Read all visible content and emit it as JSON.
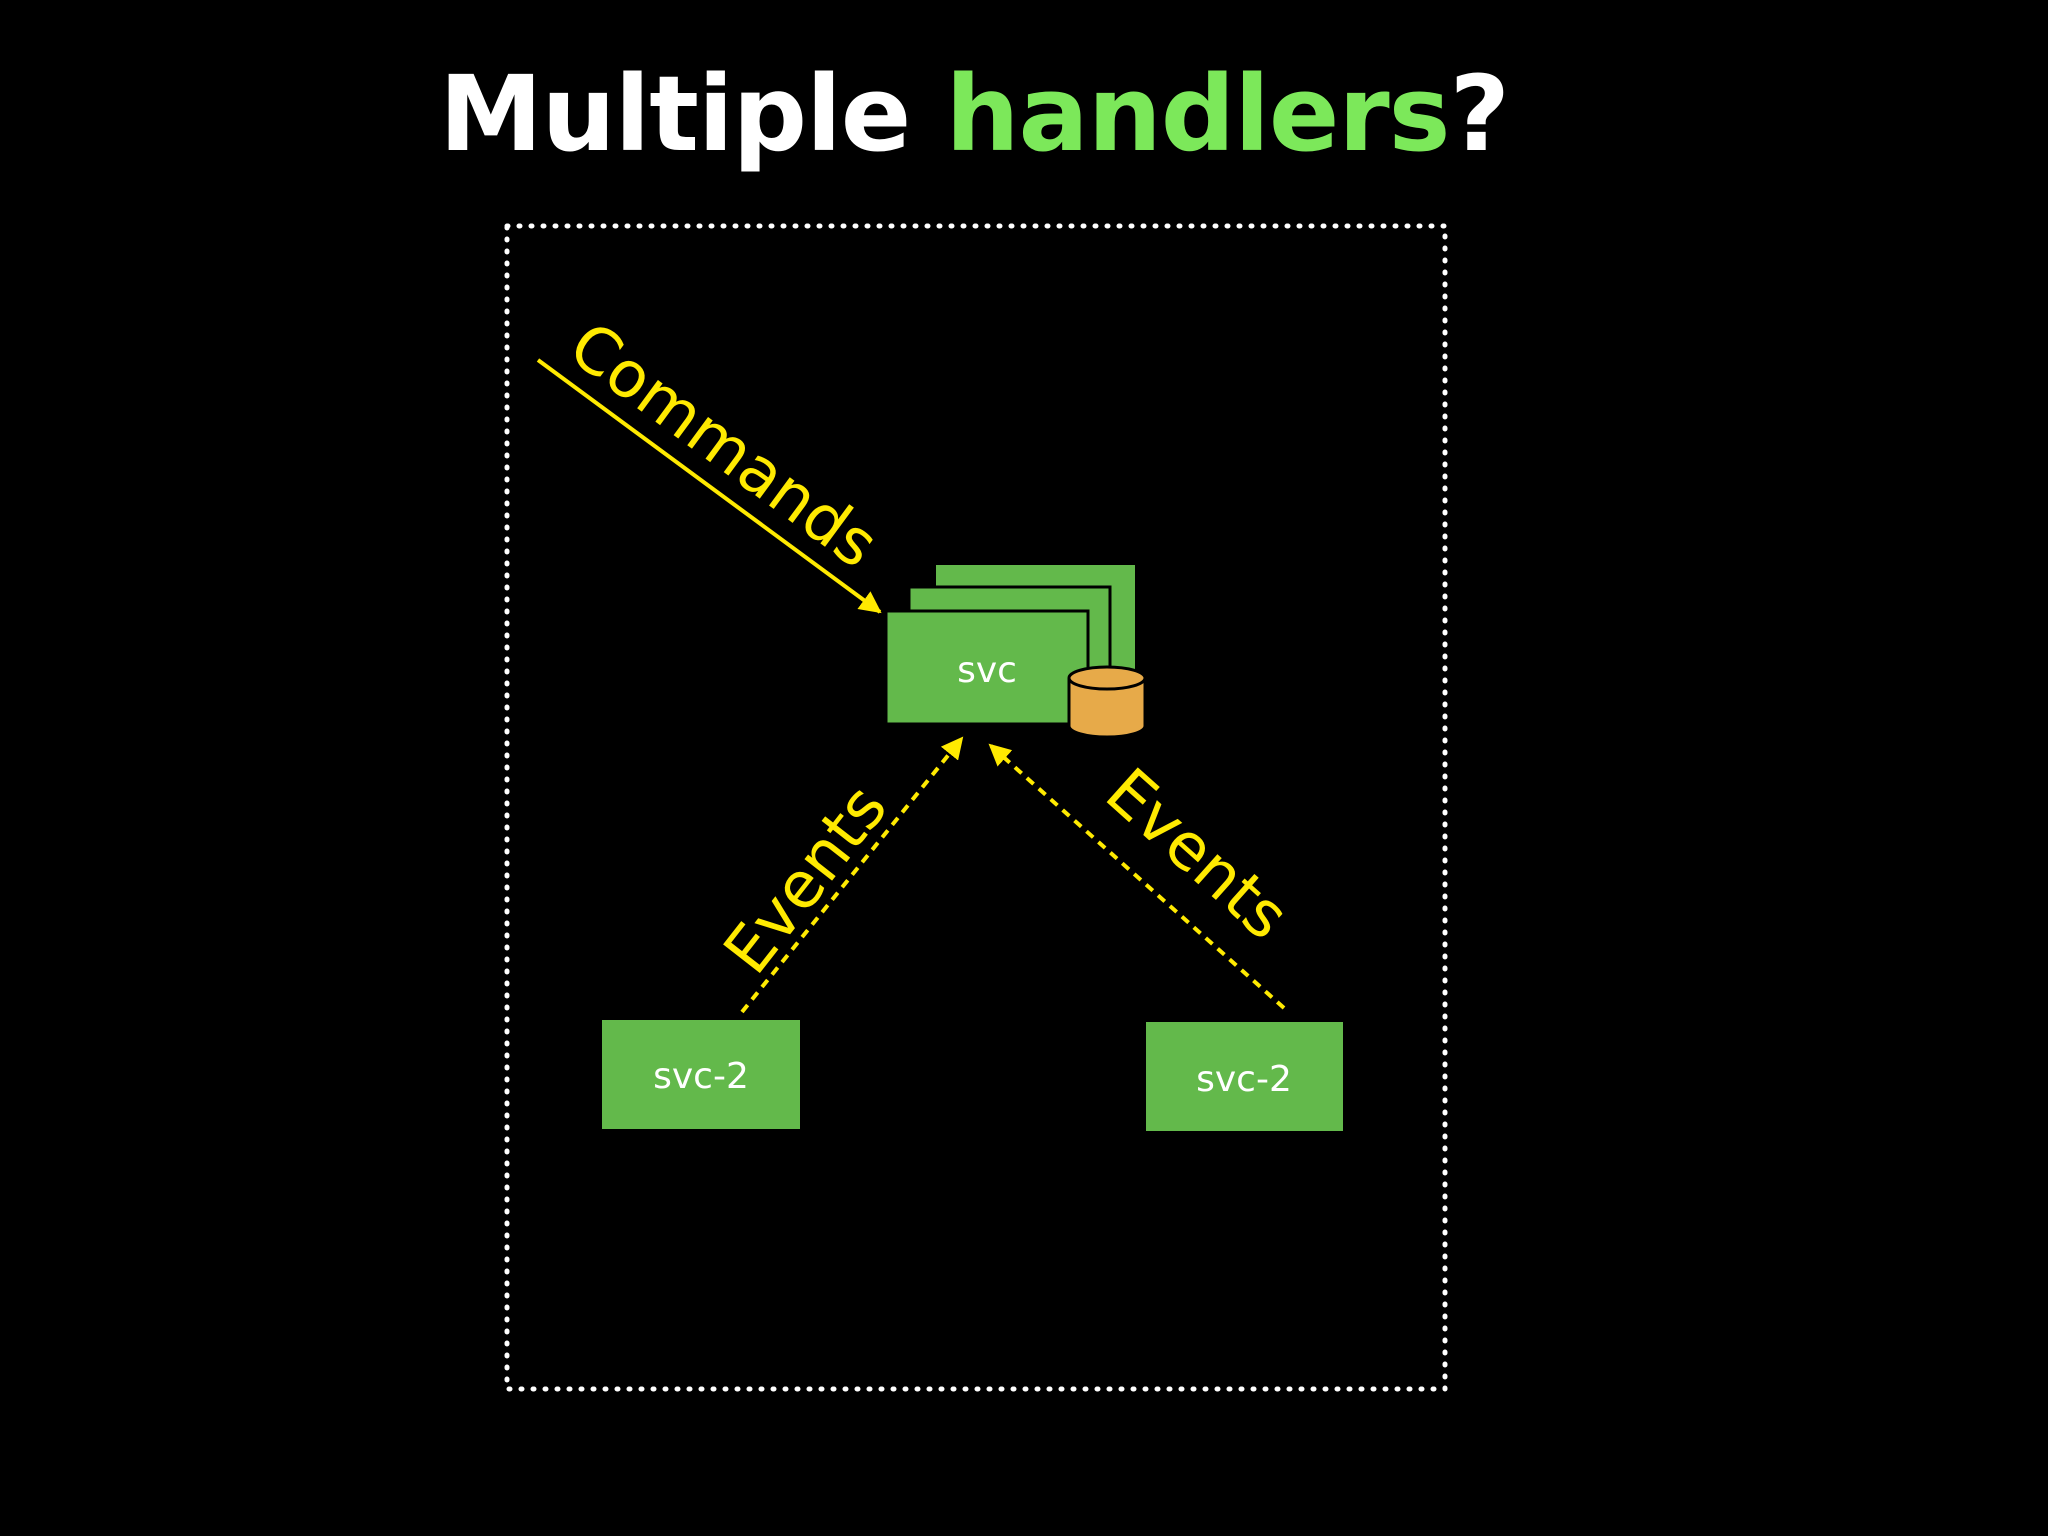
{
  "title": {
    "part1": "Multiple ",
    "part2": "handlers",
    "part3": "?"
  },
  "nodes": {
    "main": "svc",
    "left": "svc-2",
    "right": "svc-2"
  },
  "edges": {
    "commands": "Commands",
    "events_left": "Events",
    "events_right": "Events"
  },
  "colors": {
    "background": "#000000",
    "title_text": "#ffffff",
    "title_accent": "#7ce85a",
    "box_fill": "#63b94b",
    "arrow": "#ffea00",
    "database": "#e7aa49",
    "frame": "#ffffff"
  },
  "icons": {
    "database": "database-cylinder-icon"
  }
}
